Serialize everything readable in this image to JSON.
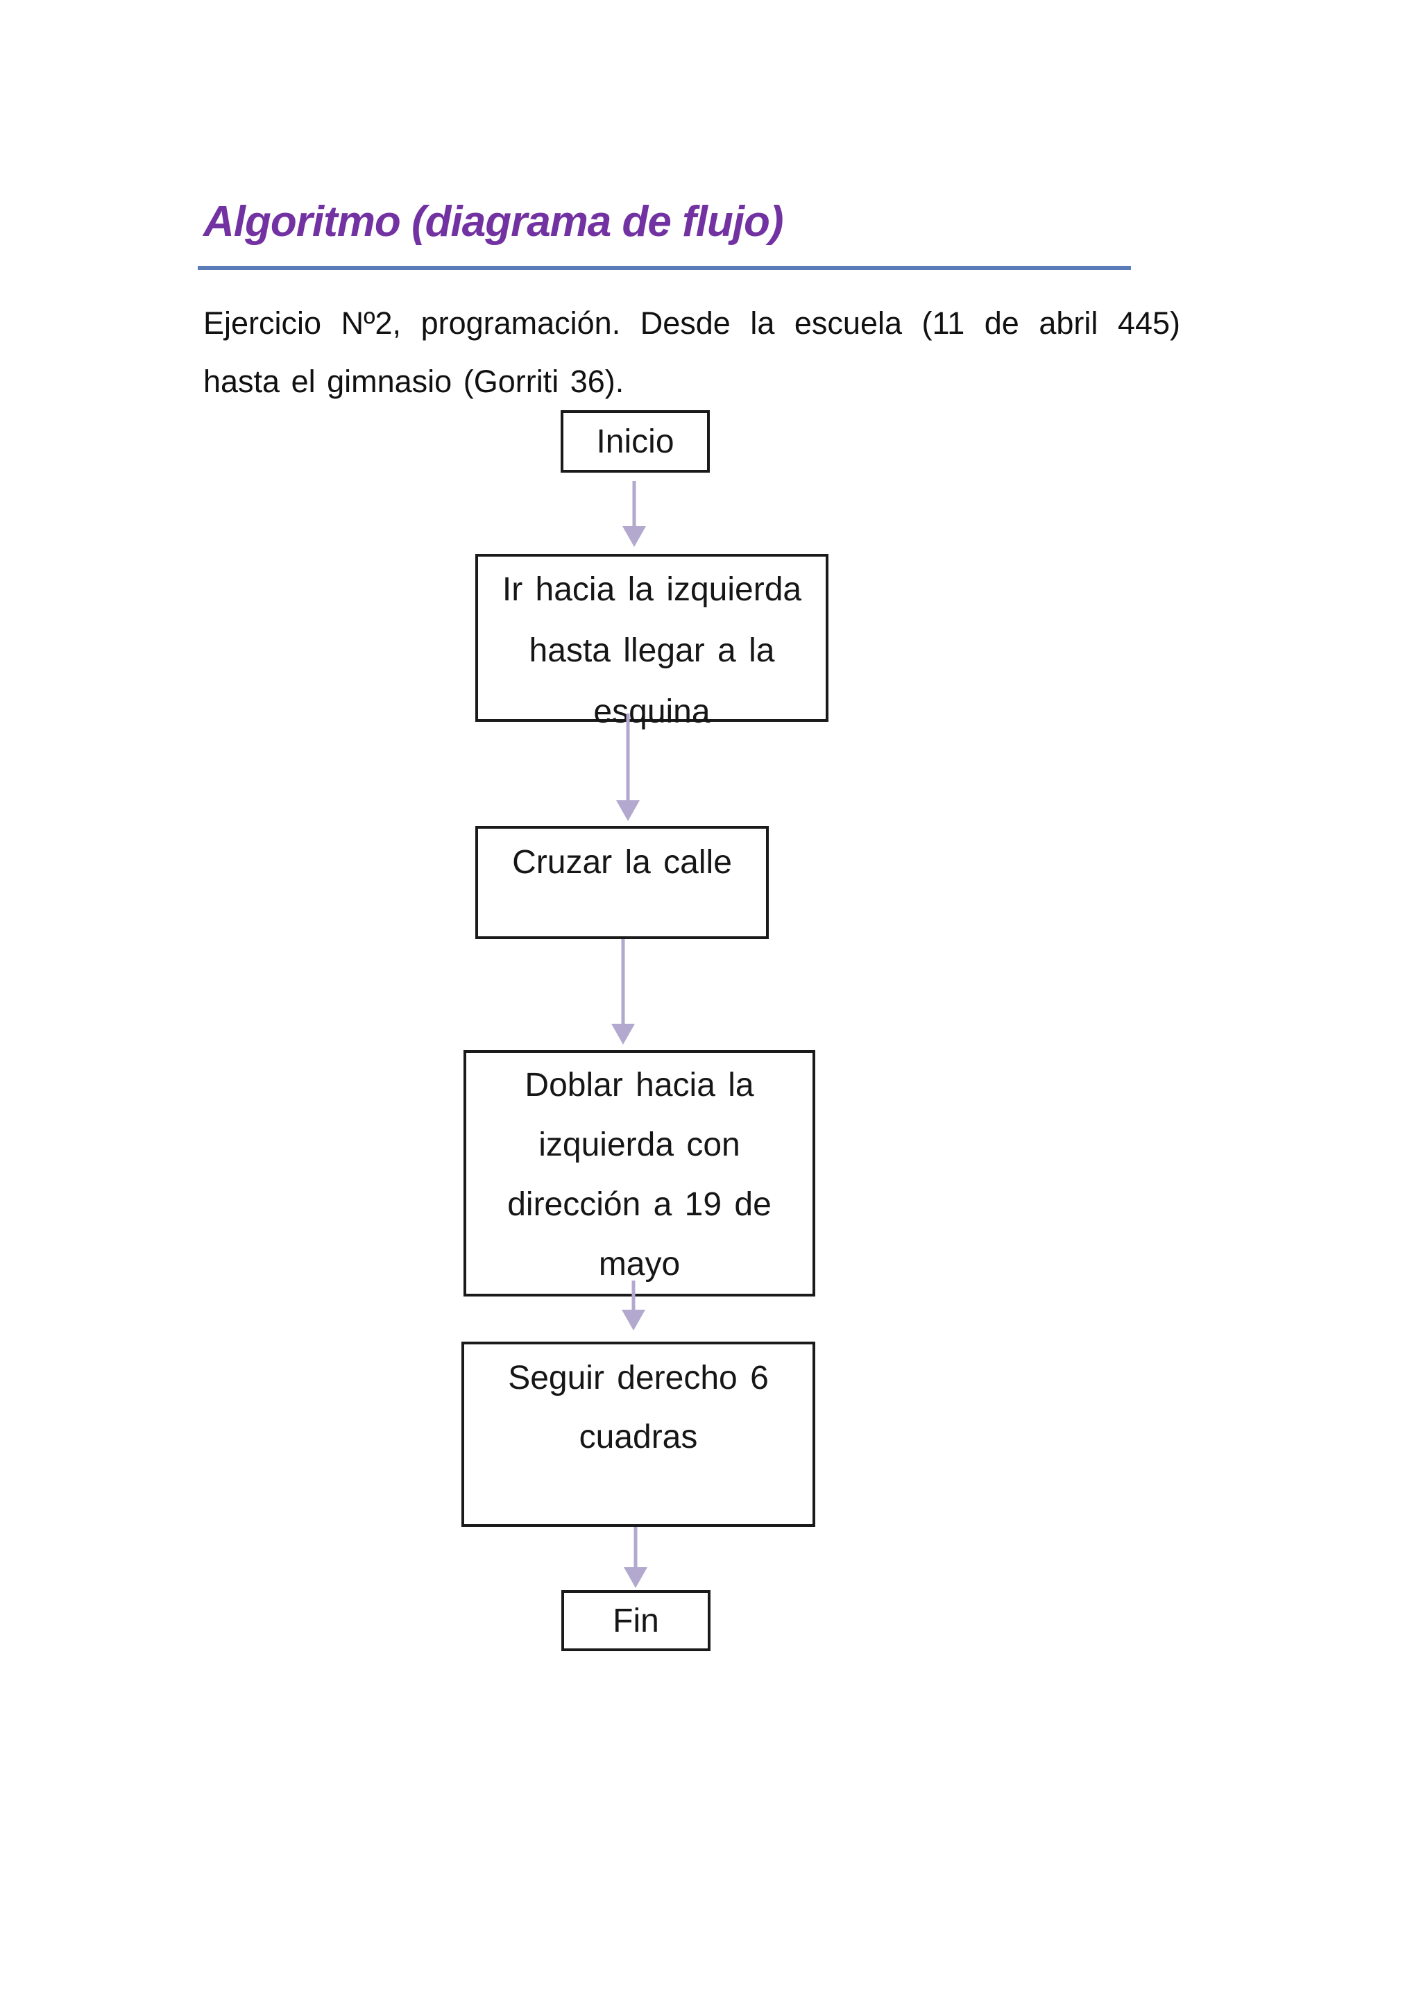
{
  "header": {
    "title": "Algoritmo (diagrama de flujo)",
    "paragraph_lines": [
      "Ejercicio Nº2, programación. Desde la escuela (11 de abril 445)",
      "hasta el gimnasio (Gorriti 36)."
    ]
  },
  "colors": {
    "title": "#7232a2",
    "rule": "#5a7cb9",
    "arrow": "#b3a8cd",
    "box_border": "#1a1a1a",
    "text": "#161616"
  },
  "flowchart": {
    "nodes": [
      {
        "id": "inicio",
        "type": "terminator",
        "label": "Inicio",
        "lines": [
          "Inicio"
        ]
      },
      {
        "id": "paso1",
        "type": "process",
        "label": "Ir hacia la izquierda hasta llegar a la esquina",
        "lines": [
          "Ir hacia la izquierda",
          "hasta llegar a la",
          "esquina"
        ]
      },
      {
        "id": "paso2",
        "type": "process",
        "label": "Cruzar la calle",
        "lines": [
          "Cruzar la calle"
        ]
      },
      {
        "id": "paso3",
        "type": "process",
        "label": "Doblar hacia la izquierda con dirección a 19 de mayo",
        "lines": [
          "Doblar hacia la",
          "izquierda con",
          "dirección a 19 de",
          "mayo"
        ]
      },
      {
        "id": "paso4",
        "type": "process",
        "label": "Seguir derecho 6 cuadras",
        "lines": [
          "Seguir derecho 6",
          "cuadras"
        ]
      },
      {
        "id": "fin",
        "type": "terminator",
        "label": "Fin",
        "lines": [
          "Fin"
        ]
      }
    ],
    "connectors": [
      {
        "from": "inicio",
        "to": "paso1"
      },
      {
        "from": "paso1",
        "to": "paso2"
      },
      {
        "from": "paso2",
        "to": "paso3"
      },
      {
        "from": "paso3",
        "to": "paso4"
      },
      {
        "from": "paso4",
        "to": "fin"
      }
    ]
  }
}
